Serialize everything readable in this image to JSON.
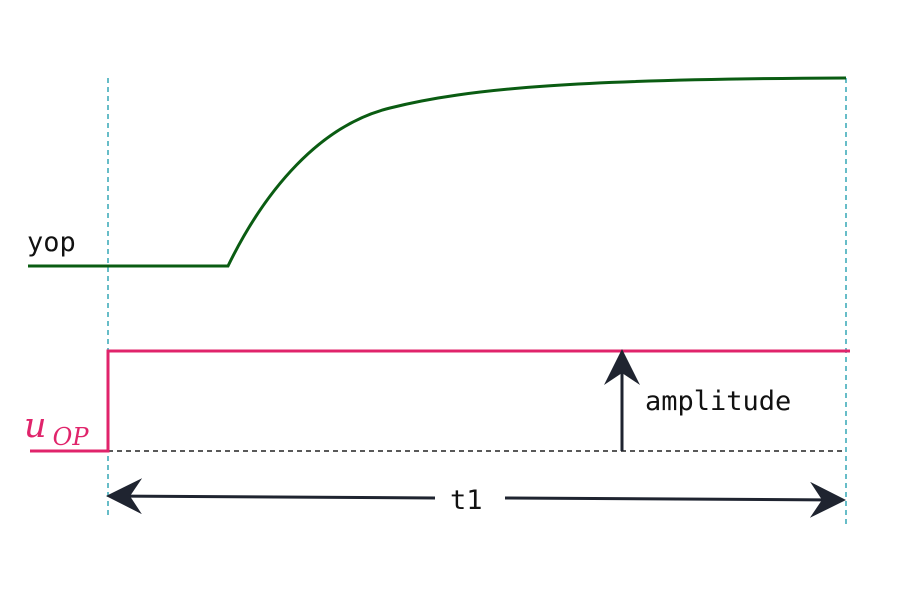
{
  "colors": {
    "output_curve": "#0a5c12",
    "input_step": "#e0246b",
    "guide_lines": "#35a7b5",
    "arrows": "#1f2430",
    "baseline": "#222222"
  },
  "labels": {
    "output_operating_point": "yop",
    "input_operating_point_base": "u",
    "input_operating_point_subscript": "OP",
    "amplitude": "amplitude",
    "duration": "t1"
  }
}
